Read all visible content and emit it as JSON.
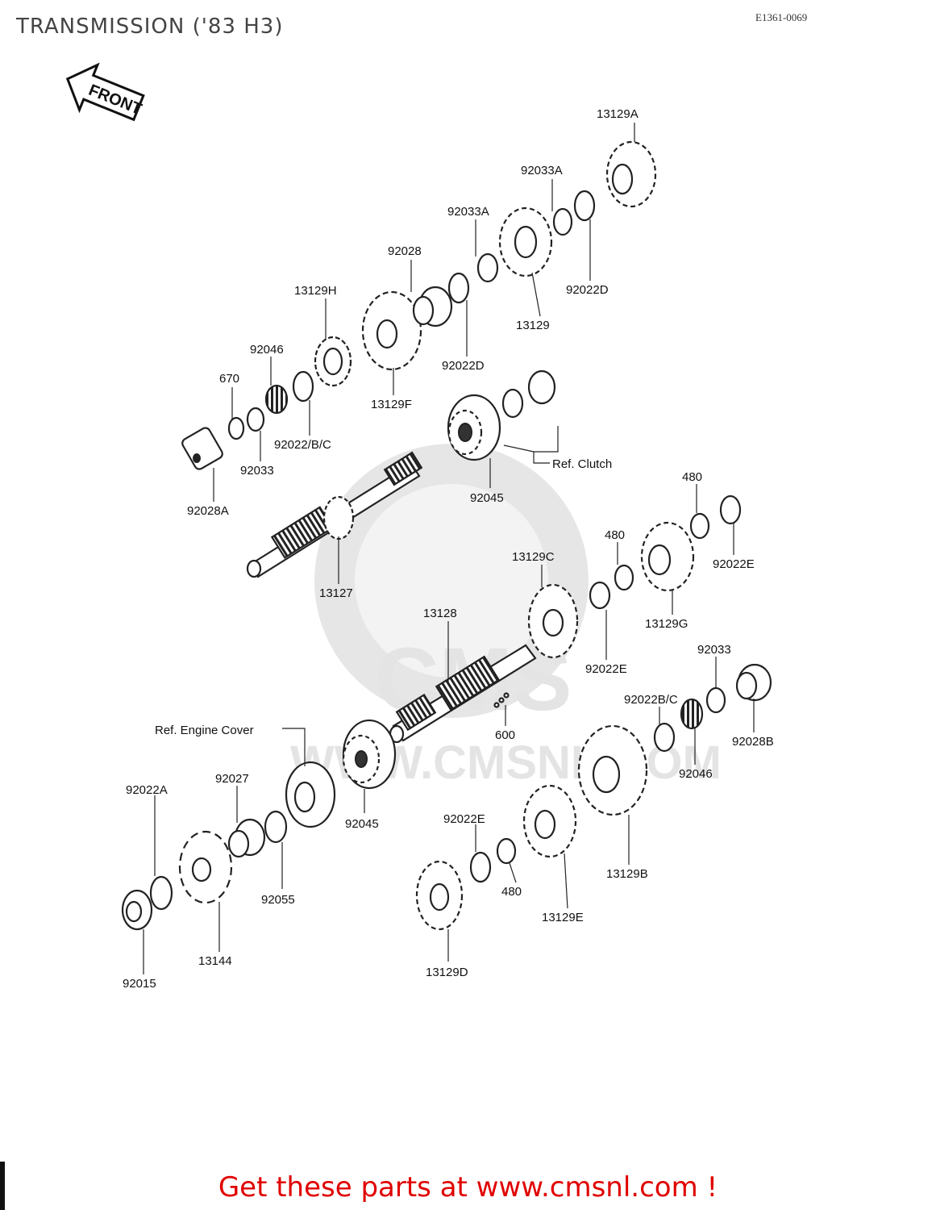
{
  "header": {
    "title": "TRANSMISSION ('83 H3)",
    "diagram_code": "E1361-0069"
  },
  "front_marker": {
    "label": "FRONT"
  },
  "watermark": {
    "text": "WWW.CMSNL.COM",
    "logo": "CMS"
  },
  "references": {
    "clutch": "Ref.  Clutch",
    "engine_cover": "Ref.  Engine Cover"
  },
  "callouts": {
    "p13129A": "13129A",
    "p92033A_1": "92033A",
    "p92033A_2": "92033A",
    "p92028": "92028",
    "p13129H": "13129H",
    "p92022D_1": "92022D",
    "p92022D_2": "92022D",
    "p13129": "13129",
    "p92046_1": "92046",
    "p670": "670",
    "p92022BC_1": "92022/B/C",
    "p13129F": "13129F",
    "p92033_1": "92033",
    "p92028A": "92028A",
    "p92045_1": "92045",
    "p13127": "13127",
    "p480_1": "480",
    "p480_2": "480",
    "p92022E_1": "92022E",
    "p13129C": "13129C",
    "p13129G": "13129G",
    "p13128": "13128",
    "p92022E_2": "92022E",
    "p92033_2": "92033",
    "p92022BC_2": "92022B/C",
    "p92028B": "92028B",
    "p600": "600",
    "p92046_2": "92046",
    "p92045_2": "92045",
    "p92027": "92027",
    "p92022A": "92022A",
    "p92055": "92055",
    "p13144": "13144",
    "p92015": "92015",
    "p92022E_3": "92022E",
    "p480_3": "480",
    "p13129E": "13129E",
    "p13129B": "13129B",
    "p13129D": "13129D"
  },
  "footer": {
    "cta": "Get these parts at www.cmsnl.com !"
  },
  "colors": {
    "footer": "#e00000",
    "title": "#444444",
    "watermark": "#e6e6e6"
  }
}
